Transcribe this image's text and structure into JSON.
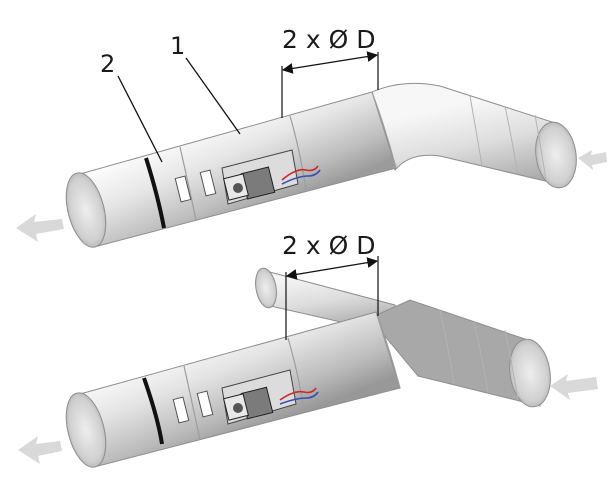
{
  "figure": {
    "top": {
      "dimension_label": "2 x Ø D",
      "callouts": [
        "2",
        "1"
      ]
    },
    "bottom": {
      "dimension_label": "2 x Ø D"
    }
  },
  "colors": {
    "duct_light": "#f2f2f2",
    "duct_mid": "#cfcfcf",
    "duct_dark": "#9a9a9a",
    "band": "#111111",
    "arrow": "#dadada",
    "line": "#111111",
    "wire_red": "#cc2a2a",
    "wire_blue": "#3a4fb0"
  },
  "icons": {
    "flow_arrow": "arrow-left-icon",
    "actuator": "actuator-icon"
  }
}
